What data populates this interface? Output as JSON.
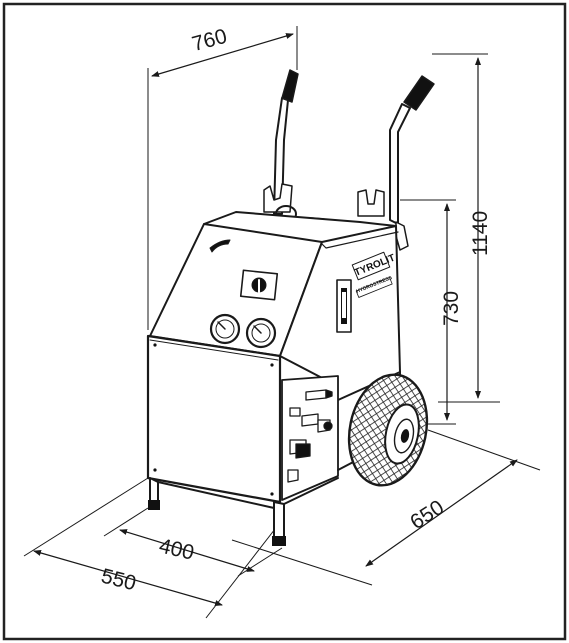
{
  "dimensions": {
    "width_top": "760",
    "total_height": "1140",
    "body_height": "730",
    "depth": "650",
    "base_width": "400",
    "overall_width": "550"
  },
  "machine": {
    "brand": "TYROLIT",
    "model": "HYDROSTRESS"
  },
  "colors": {
    "line": "#1a1a1a",
    "background": "#ffffff",
    "frame": "#222222"
  }
}
